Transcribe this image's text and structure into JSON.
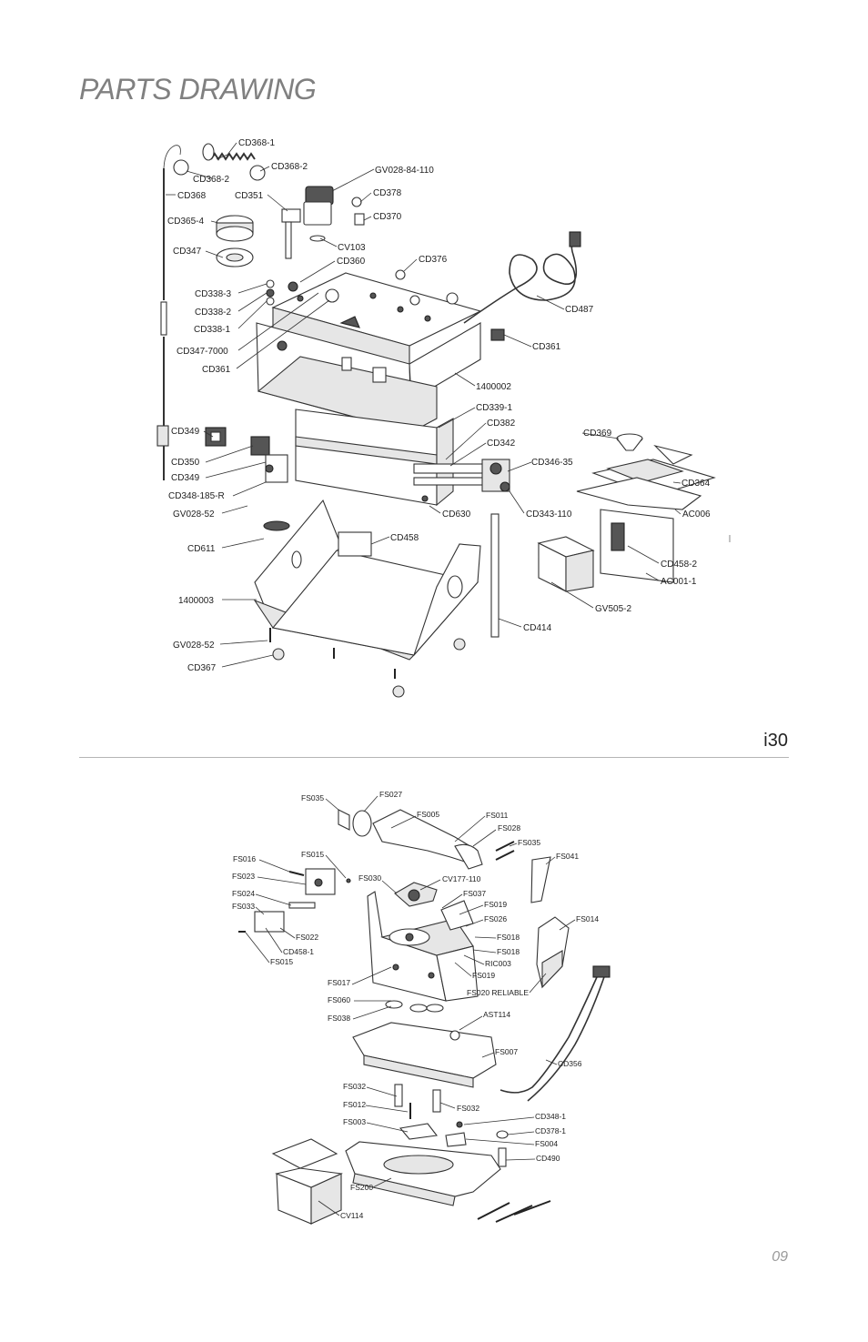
{
  "page": {
    "title": "PARTS DRAWING",
    "model": "i30",
    "page_number": "09"
  },
  "drawing_top": {
    "labels": [
      "CD368-1",
      "CD368-2",
      "CD368-2",
      "CD368",
      "CD351",
      "GV028-84-110",
      "CD378",
      "CD370",
      "CD365-4",
      "CV103",
      "CD347",
      "CD360",
      "CD376",
      "CD338-3",
      "CD338-2",
      "CD338-1",
      "CD347-7000",
      "CD361",
      "CD487",
      "CD361",
      "1400002",
      "CD339-1",
      "CD382",
      "CD342",
      "CD349",
      "CD369",
      "CD350",
      "CD346-35",
      "CD364",
      "CD349",
      "CD348-185-R",
      "GV028-52",
      "CD630",
      "CD343-110",
      "AC006",
      "CD611",
      "CD458",
      "CD458-2",
      "AC001-1",
      "1400003",
      "GV505-2",
      "CD414",
      "GV028-52",
      "CD367"
    ]
  },
  "drawing_bottom": {
    "labels": [
      "FS035",
      "FS027",
      "FS005",
      "FS011",
      "FS028",
      "FS035",
      "FS041",
      "FS016",
      "FS015",
      "FS023",
      "FS030",
      "CV177-110",
      "FS024",
      "FS037",
      "FS033",
      "FS019",
      "FS026",
      "FS014",
      "FS022",
      "FS018",
      "CD458-1",
      "FS018",
      "FS015",
      "RIC003",
      "FS019",
      "FS017",
      "FS020 RELIABLE",
      "FS060",
      "AST114",
      "FS038",
      "FS007",
      "CD356",
      "FS032",
      "FS012",
      "FS032",
      "CD348-1",
      "FS003",
      "CD378-1",
      "FS004",
      "CD490",
      "FS200",
      "CV114"
    ]
  }
}
